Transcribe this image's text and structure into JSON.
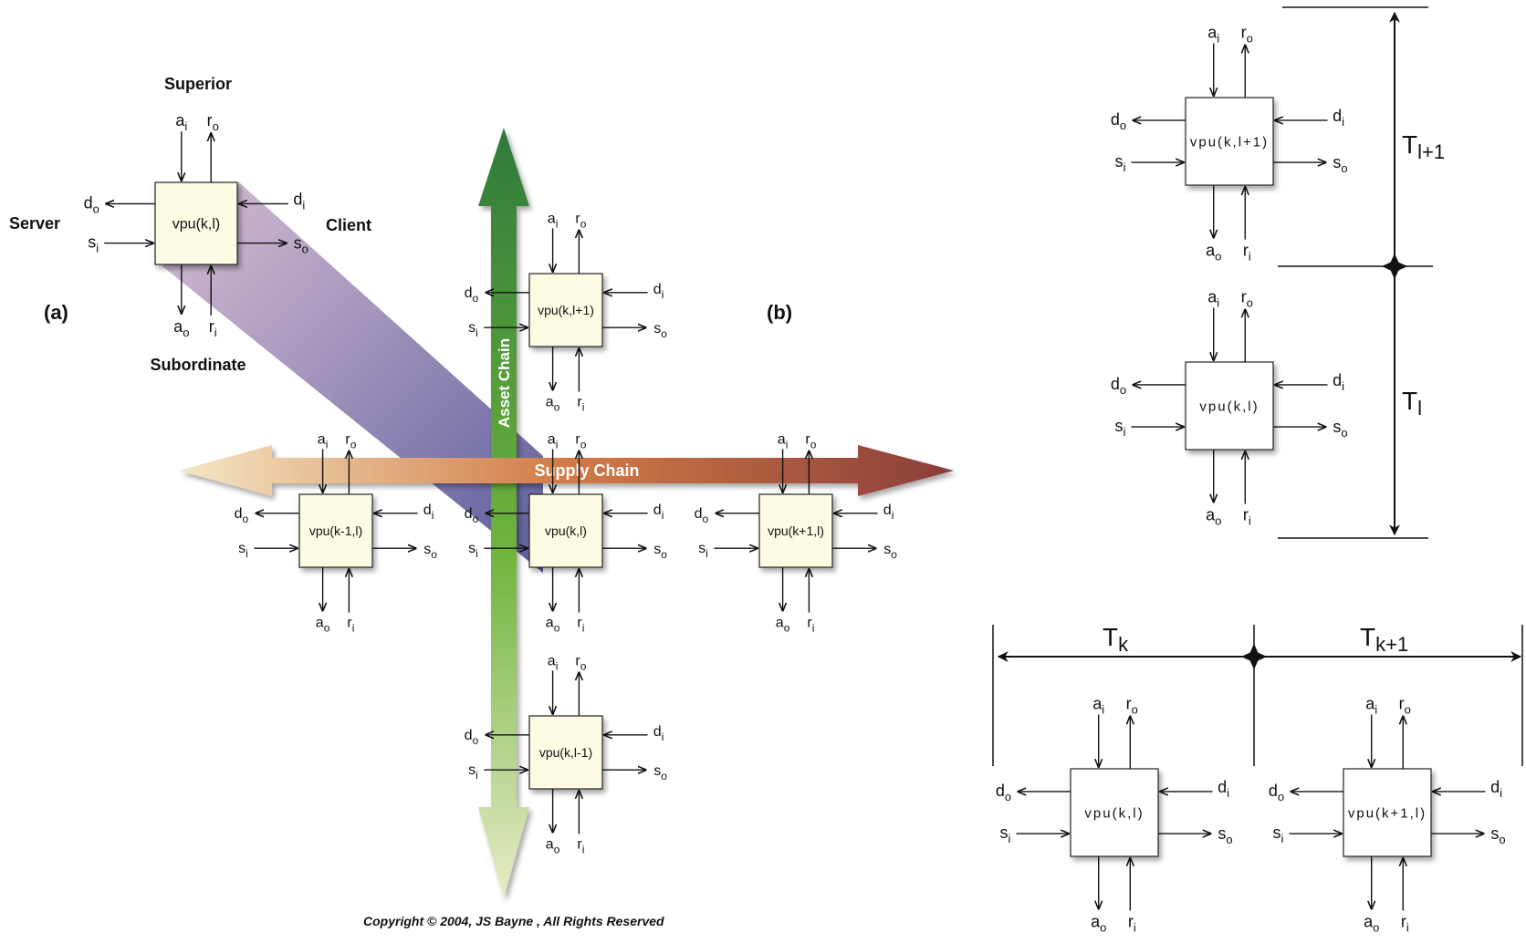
{
  "panel_a": {
    "label": "(a)",
    "superior": "Superior",
    "subordinate": "Subordinate",
    "server": "Server",
    "client": "Client",
    "unit": "vpu(k,l)"
  },
  "panel_b": {
    "label": "(b)",
    "asset_chain": "Asset Chain",
    "supply_chain": "Supply Chain",
    "units": [
      "vpu(k,l+1)",
      "vpu(k-1,l)",
      "vpu(k,l)",
      "vpu(k+1,l)",
      "vpu(k,l-1)"
    ]
  },
  "ports": {
    "a": "a",
    "r": "r",
    "d": "d",
    "s": "s",
    "in": "i",
    "out": "o"
  },
  "timeline_vertical": {
    "upper_period": {
      "base": "T",
      "sub": "l+1"
    },
    "lower_period": {
      "base": "T",
      "sub": "l"
    },
    "units": [
      "vpu(k,l+1)",
      "vpu(k,l)"
    ]
  },
  "timeline_horizontal": {
    "left_period": {
      "base": "T",
      "sub": "k"
    },
    "right_period": {
      "base": "T",
      "sub": "k+1"
    },
    "units": [
      "vpu(k,l)",
      "vpu(k+1,l)"
    ]
  },
  "copyright": "Copyright © 2004,  JS Bayne , All Rights Reserved",
  "colors": {
    "box_cream": "#fdfbe4",
    "asset_chain": "#3f8f3f",
    "supply_chain": "#a0554a",
    "projection": "#7f72a8"
  }
}
